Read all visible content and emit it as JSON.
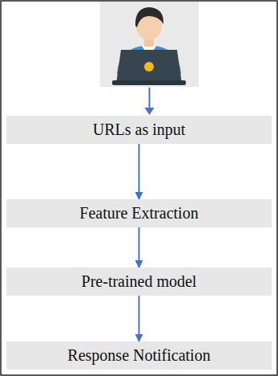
{
  "diagram": {
    "nodes": [
      {
        "text": [
          "URLs as input"
        ]
      },
      {
        "text": [
          "Feature Extraction"
        ]
      },
      {
        "text": [
          "Pre-trained model"
        ]
      },
      {
        "text": [
          "Response Notification"
        ]
      }
    ],
    "edges": [
      {
        "from": 0,
        "to": 1,
        "arrow": "to"
      },
      {
        "from": 1,
        "to": 2,
        "arrow": "to"
      },
      {
        "from": 2,
        "to": 3,
        "arrow": "to"
      }
    ]
  }
}
